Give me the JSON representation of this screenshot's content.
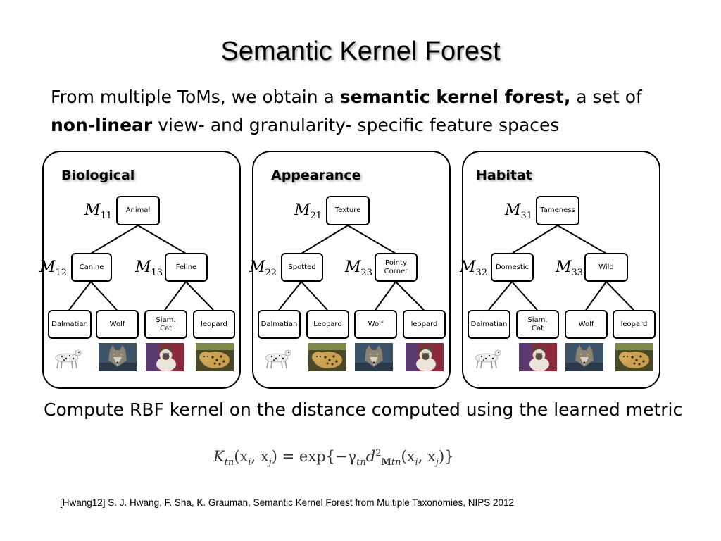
{
  "slide": {
    "title": "Semantic Kernel Forest",
    "intro": {
      "part1": "From multiple ToMs, we obtain a ",
      "bold1": "semantic kernel forest,",
      "part2": " a set of ",
      "bold2": "non-linear",
      "part3": " view- and granularity- specific feature spaces"
    },
    "panels": [
      {
        "label": "Biological",
        "root": "Animal",
        "mid_left": "Canine",
        "mid_right": "Feline",
        "leaves": [
          "Dalmatian",
          "Wolf",
          "Siam.\nCat",
          "leopard"
        ],
        "m_root": {
          "base": "M",
          "sub": "11"
        },
        "m_left": {
          "base": "M",
          "sub": "12"
        },
        "m_right": {
          "base": "M",
          "sub": "13"
        },
        "thumbs": [
          "dalmatian",
          "wolf",
          "siamese-cat",
          "leopard"
        ]
      },
      {
        "label": "Appearance",
        "root": "Texture",
        "mid_left": "Spotted",
        "mid_right": "Pointy\nCorner",
        "leaves": [
          "Dalmatian",
          "Leopard",
          "Wolf",
          "leopard"
        ],
        "m_root": {
          "base": "M",
          "sub": "21"
        },
        "m_left": {
          "base": "M",
          "sub": "22"
        },
        "m_right": {
          "base": "M",
          "sub": "23"
        },
        "thumbs": [
          "dalmatian",
          "leopard",
          "wolf",
          "siamese-cat"
        ]
      },
      {
        "label": "Habitat",
        "root": "Tameness",
        "mid_left": "Domestic",
        "mid_right": "Wild",
        "leaves": [
          "Dalmatian",
          "Siam.\nCat",
          "Wolf",
          "leopard"
        ],
        "m_root": {
          "base": "M",
          "sub": "31"
        },
        "m_left": {
          "base": "M",
          "sub": "32"
        },
        "m_right": {
          "base": "M",
          "sub": "33"
        },
        "thumbs": [
          "dalmatian",
          "siamese-cat",
          "wolf",
          "leopard"
        ]
      }
    ],
    "bottom_text": "Compute RBF kernel on the distance computed using the learned metric",
    "formula": {
      "lhs": "K",
      "lhs_sub": "tn",
      "args": "(x",
      "arg_i": "i",
      "comma": ", x",
      "arg_j": "j",
      "eq": ") = exp{−γ",
      "gamma_sub": "tn",
      "d": "d",
      "d_sup": "2",
      "d_sub": "M",
      "d_sub_sub": "tn",
      "tail_open": "(x",
      "tail_i": "i",
      "tail_comma": ", x",
      "tail_j": "j",
      "tail_close": ")}"
    },
    "citation": "[Hwang12] S. J. Hwang, F. Sha, K. Grauman, Semantic Kernel Forest from Multiple Taxonomies, NIPS 2012"
  }
}
